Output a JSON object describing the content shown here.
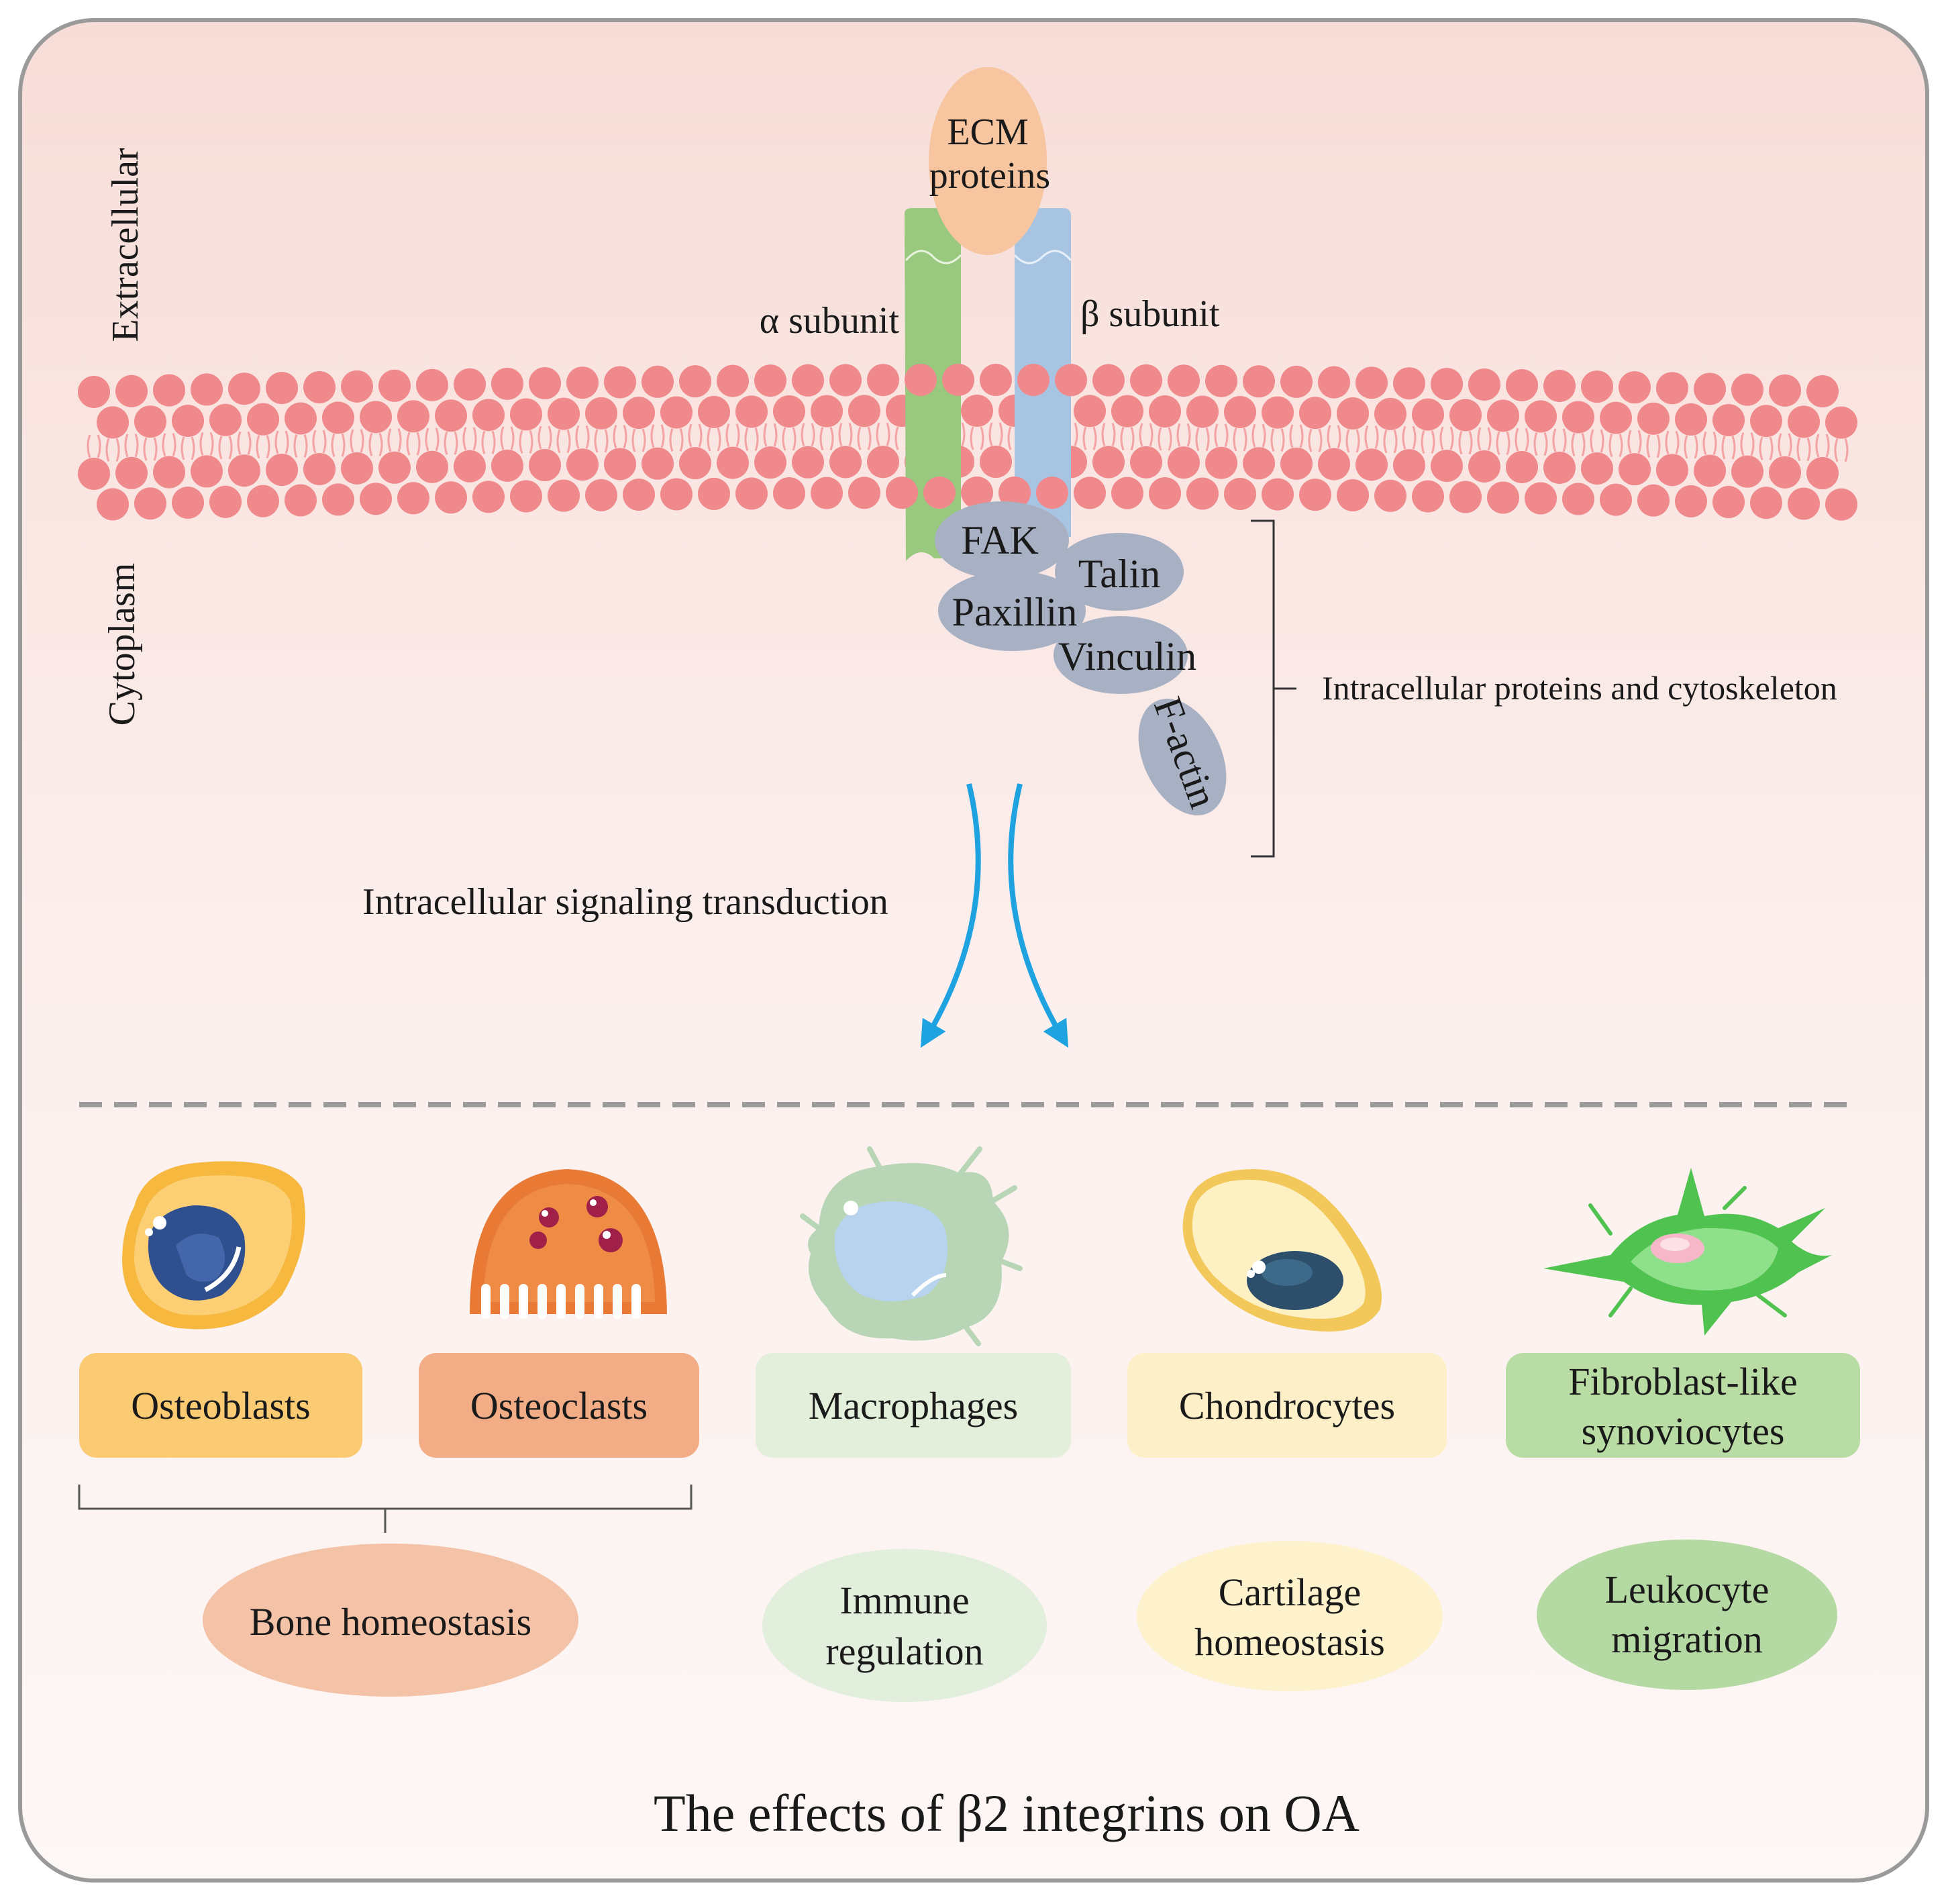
{
  "regions": {
    "extracellular": "Extracellular",
    "cytoplasm": "Cytoplasm"
  },
  "receptor": {
    "ecm_line1": "ECM",
    "ecm_line2": "proteins",
    "alpha": "α subunit",
    "beta": "β subunit"
  },
  "proteins": {
    "fak": "FAK",
    "talin": "Talin",
    "paxillin": "Paxillin",
    "vinculin": "Vinculin",
    "factin": "F-actin"
  },
  "labels": {
    "intracellular_proteins": "Intracellular proteins and cytoskeleton",
    "signaling": "Intracellular signaling transduction"
  },
  "cells": {
    "osteoblasts": "Osteoblasts",
    "osteoclasts": "Osteoclasts",
    "macrophages": "Macrophages",
    "chondrocytes": "Chondrocytes",
    "fls_line1": "Fibroblast-like",
    "fls_line2": "synoviocytes"
  },
  "effects": {
    "bone": "Bone homeostasis",
    "immune_line1": "Immune",
    "immune_line2": "regulation",
    "cartilage_line1": "Cartilage",
    "cartilage_line2": "homeostasis",
    "leukocyte_line1": "Leukocyte",
    "leukocyte_line2": "migration"
  },
  "title": "The effects of β2 integrins on OA",
  "colors": {
    "lipid_head": "#f0898c",
    "lipid_tail": "#f3a3a4",
    "alpha_subunit": "#99c97e",
    "beta_subunit": "#a7c4e3",
    "ecm": "#f7c59f",
    "protein": "#a8b0c4",
    "arrow": "#1ea3e0",
    "osteoblasts_box": "#fbcb73",
    "osteoclasts_box": "#f2ad86",
    "macrophages_box": "#e3eedb",
    "chondrocytes_box": "#fdf0c8",
    "fls_box": "#b9dca5",
    "bone_ellipse": "#f4c2a7",
    "immune_ellipse": "#e3efdd",
    "cartilage_ellipse": "#fdf2cc",
    "leukocyte_ellipse": "#b5d9a2"
  }
}
